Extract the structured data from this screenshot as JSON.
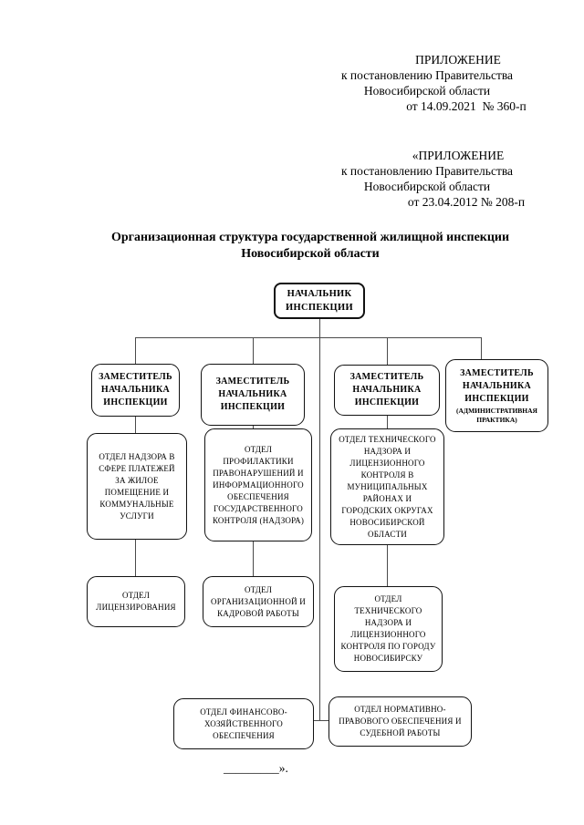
{
  "colors": {
    "ink": "#000000",
    "connector_line": "#4a4a4a",
    "paper": "#ffffff"
  },
  "document": {
    "annex1": {
      "lines": [
        "ПРИЛОЖЕНИЕ",
        "к постановлению Правительства",
        "Новосибирской области",
        "от 14.09.2021  № 360-п"
      ]
    },
    "annex2": {
      "lines": [
        "«ПРИЛОЖЕНИЕ",
        "к постановлению Правительства",
        "Новосибирской области",
        "от 23.04.2012 № 208-п"
      ]
    },
    "title": "Организационная структура государственной жилищной инспекции Новосибирской области",
    "closing": "_________»."
  },
  "chart": {
    "nodes": {
      "head": "НАЧАЛЬНИК ИНСПЕКЦИИ",
      "deputy1": "ЗАМЕСТИТЕЛЬ НАЧАЛЬНИКА ИНСПЕКЦИИ",
      "deputy2": "ЗАМЕСТИТЕЛЬ НАЧАЛЬНИКА ИНСПЕКЦИИ",
      "deputy3": "ЗАМЕСТИТЕЛЬ НАЧАЛЬНИКА ИНСПЕКЦИИ",
      "deputy4": "ЗАМЕСТИТЕЛЬ НАЧАЛЬНИКА ИНСПЕКЦИИ",
      "deputy4_note": "(АДМИНИСТРАТИВНАЯ ПРАКТИКА)",
      "dept_payment_supervision": "ОТДЕЛ НАДЗОРА В СФЕРЕ ПЛАТЕЖЕЙ ЗА ЖИЛОЕ ПОМЕЩЕНИЕ И КОММУНАЛЬНЫЕ УСЛУГИ",
      "dept_prevention_info": "ОТДЕЛ ПРОФИЛАКТИКИ ПРАВОНАРУШЕНИЙ И ИНФОРМАЦИОННОГО ОБЕСПЕЧЕНИЯ ГОСУДАРСТВЕННОГО КОНТРОЛЯ (НАДЗОРА)",
      "dept_tech_region": "ОТДЕЛ ТЕХНИЧЕСКОГО НАДЗОРА И ЛИЦЕНЗИОННОГО КОНТРОЛЯ В МУНИЦИПАЛЬНЫХ РАЙОНАХ И ГОРОДСКИХ ОКРУГАХ НОВОСИБИРСКОЙ ОБЛАСТИ",
      "dept_licensing": "ОТДЕЛ ЛИЦЕНЗИРОВАНИЯ",
      "dept_org_hr": "ОТДЕЛ ОРГАНИЗАЦИОННОЙ И КАДРОВОЙ РАБОТЫ",
      "dept_tech_city": "ОТДЕЛ ТЕХНИЧЕСКОГО НАДЗОРА И ЛИЦЕНЗИОННОГО КОНТРОЛЯ ПО ГОРОДУ НОВОСИБИРСКУ",
      "dept_finance": "ОТДЕЛ ФИНАНСОВО-ХОЗЯЙСТВЕННОГО ОБЕСПЕЧЕНИЯ",
      "dept_legal": "ОТДЕЛ НОРМАТИВНО-ПРАВОВОГО ОБЕСПЕЧЕНИЯ И СУДЕБНОЙ РАБОТЫ"
    }
  }
}
